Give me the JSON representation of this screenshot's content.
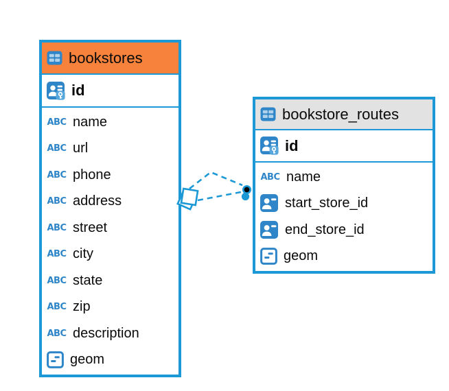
{
  "diagram": {
    "type": "entity-relationship",
    "colors": {
      "accent_blue": "#1b98d5",
      "icon_blue": "#2e86c8",
      "header_orange": "#f6823c",
      "header_gray": "#e2e2e2",
      "relationship_dot_black": "#000000",
      "background": "#ffffff",
      "text": "#0a0a0a"
    },
    "type_icon_label": "ABC",
    "entities": {
      "bookstores": {
        "title": "bookstores",
        "title_icon": "table-icon",
        "header_color": "#f6823c",
        "primary_key": {
          "name": "id",
          "icon": "primary-key-icon"
        },
        "columns": [
          {
            "name": "name",
            "icon": "text-type-icon"
          },
          {
            "name": "url",
            "icon": "text-type-icon"
          },
          {
            "name": "phone",
            "icon": "text-type-icon"
          },
          {
            "name": "address",
            "icon": "text-type-icon"
          },
          {
            "name": "street",
            "icon": "text-type-icon"
          },
          {
            "name": "city",
            "icon": "text-type-icon"
          },
          {
            "name": "state",
            "icon": "text-type-icon"
          },
          {
            "name": "zip",
            "icon": "text-type-icon"
          },
          {
            "name": "description",
            "icon": "text-type-icon"
          },
          {
            "name": "geom",
            "icon": "geometry-type-icon"
          }
        ]
      },
      "bookstore_routes": {
        "title": "bookstore_routes",
        "title_icon": "table-icon",
        "header_color": "#e2e2e2",
        "primary_key": {
          "name": "id",
          "icon": "primary-key-icon"
        },
        "columns": [
          {
            "name": "name",
            "icon": "text-type-icon"
          },
          {
            "name": "start_store_id",
            "icon": "foreign-key-icon"
          },
          {
            "name": "end_store_id",
            "icon": "foreign-key-icon"
          },
          {
            "name": "geom",
            "icon": "geometry-type-icon"
          }
        ]
      }
    },
    "relationships": [
      {
        "from": "bookstore_routes.start_store_id",
        "to": "bookstores.id",
        "line_style": "dashed"
      },
      {
        "from": "bookstore_routes.end_store_id",
        "to": "bookstores.id",
        "line_style": "dashed"
      }
    ]
  }
}
